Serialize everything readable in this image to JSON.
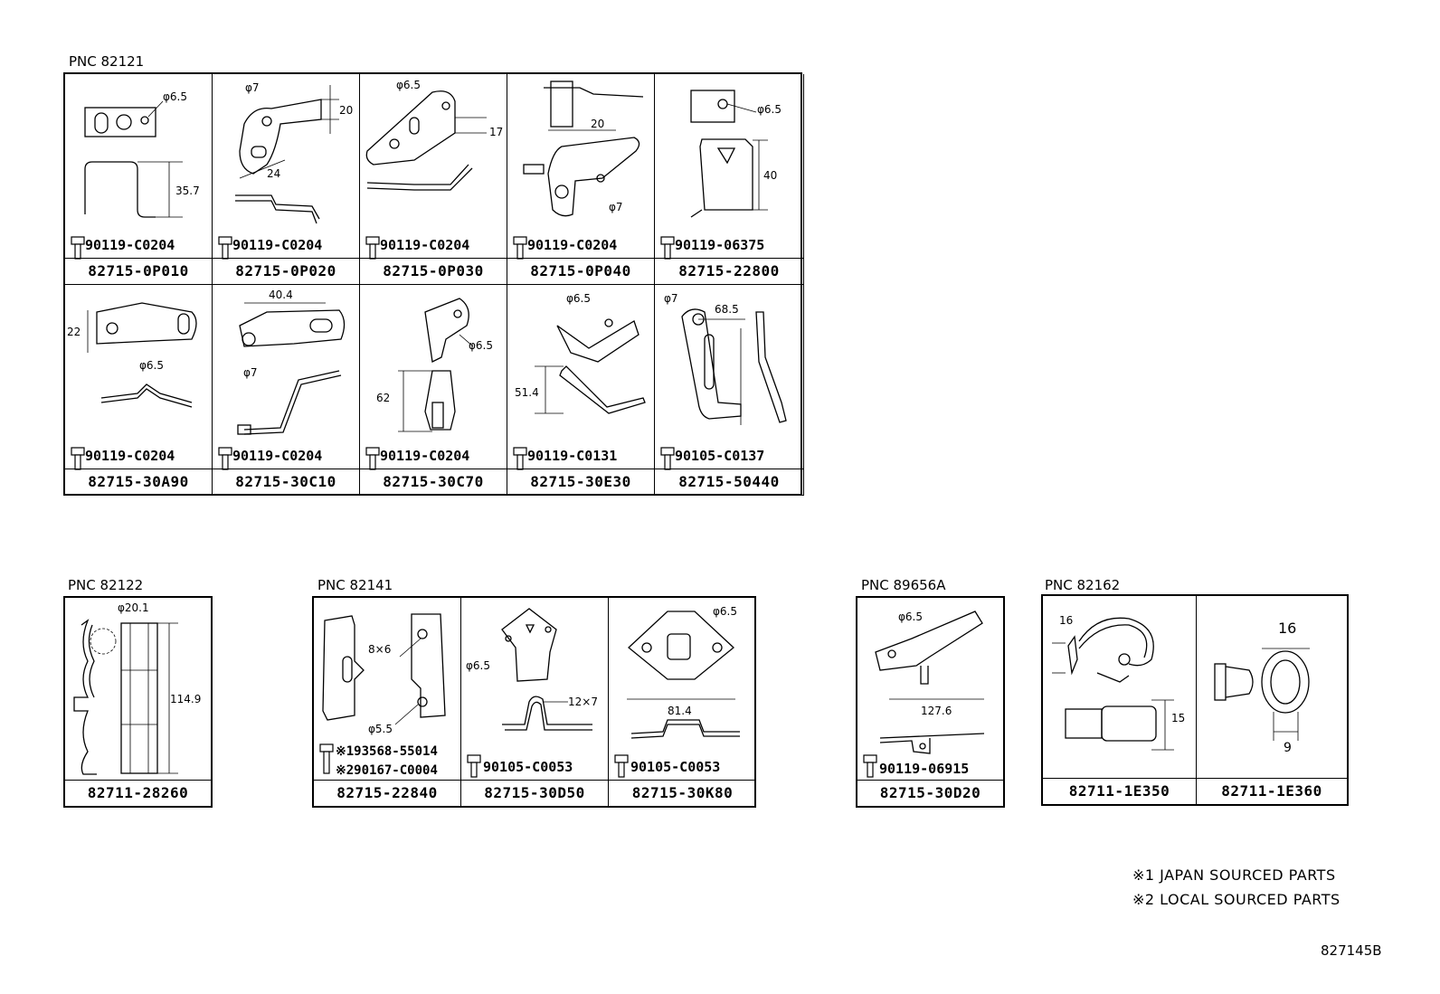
{
  "groups": {
    "g1": {
      "pnc": "PNC 82121",
      "row1": [
        {
          "dims": [
            "φ6.5",
            "35.7"
          ],
          "bolt": "90119-C0204",
          "part": "82715-0P010"
        },
        {
          "dims": [
            "φ7",
            "20",
            "24"
          ],
          "bolt": "90119-C0204",
          "part": "82715-0P020"
        },
        {
          "dims": [
            "φ6.5",
            "17"
          ],
          "bolt": "90119-C0204",
          "part": "82715-0P030"
        },
        {
          "dims": [
            "20",
            "φ7"
          ],
          "bolt": "90119-C0204",
          "part": "82715-0P040"
        },
        {
          "dims": [
            "φ6.5",
            "40"
          ],
          "bolt": "90119-06375",
          "part": "82715-22800"
        }
      ],
      "row2": [
        {
          "dims": [
            "22",
            "φ6.5"
          ],
          "bolt": "90119-C0204",
          "part": "82715-30A90"
        },
        {
          "dims": [
            "40.4",
            "φ7"
          ],
          "bolt": "90119-C0204",
          "part": "82715-30C10"
        },
        {
          "dims": [
            "φ6.5",
            "62"
          ],
          "bolt": "90119-C0204",
          "part": "82715-30C70"
        },
        {
          "dims": [
            "φ6.5",
            "51.4"
          ],
          "bolt": "90119-C0131",
          "part": "82715-30E30"
        },
        {
          "dims": [
            "φ7",
            "68.5"
          ],
          "bolt": "90105-C0137",
          "part": "82715-50440"
        }
      ]
    },
    "g2": {
      "pnc": "PNC 82122",
      "cells": [
        {
          "dims": [
            "φ20.1",
            "114.9"
          ],
          "part": "82711-28260"
        }
      ]
    },
    "g3": {
      "pnc": "PNC 82141",
      "cells": [
        {
          "dims": [
            "8×6",
            "φ5.5"
          ],
          "bolt1": "※193568-55014",
          "bolt2": "※290167-C0004",
          "part": "82715-22840"
        },
        {
          "dims": [
            "φ6.5",
            "12×7"
          ],
          "bolt": "90105-C0053",
          "part": "82715-30D50"
        },
        {
          "dims": [
            "φ6.5",
            "81.4"
          ],
          "bolt": "90105-C0053",
          "part": "82715-30K80"
        }
      ]
    },
    "g4": {
      "pnc": "PNC 89656A",
      "cells": [
        {
          "dims": [
            "φ6.5",
            "127.6"
          ],
          "bolt": "90119-06915",
          "part": "82715-30D20"
        }
      ]
    },
    "g5": {
      "pnc": "PNC 82162",
      "cells": [
        {
          "dims": [
            "16",
            "15"
          ],
          "part": "82711-1E350"
        },
        {
          "dims": [
            "16",
            "9"
          ],
          "part": "82711-1E360"
        }
      ]
    }
  },
  "footnotes": [
    "※1 JAPAN SOURCED PARTS",
    "※2 LOCAL SOURCED PARTS"
  ],
  "diagram_code": "827145B"
}
